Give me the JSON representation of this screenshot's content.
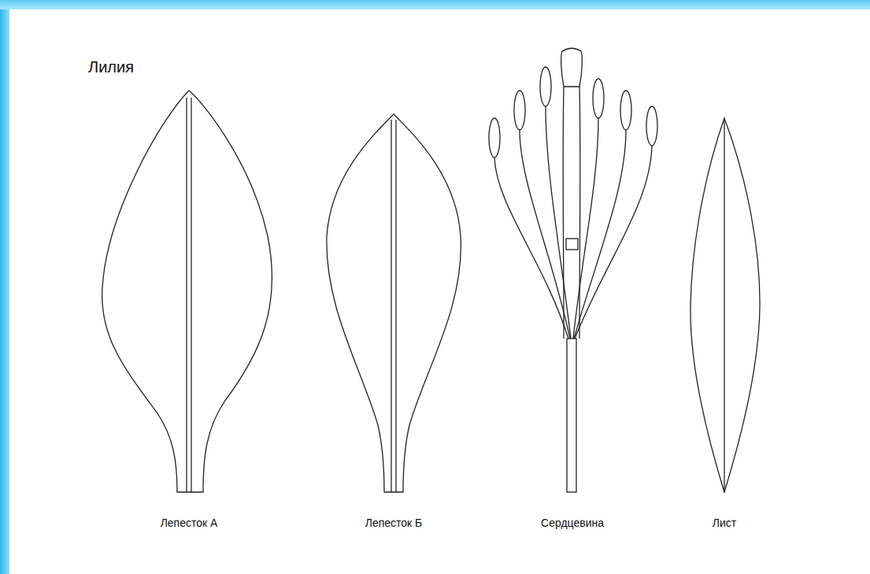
{
  "diagram": {
    "title": "Лилия",
    "labels": [
      "Лепесток А",
      "Лепесток Б",
      "Сердцевина",
      "Лист"
    ]
  }
}
